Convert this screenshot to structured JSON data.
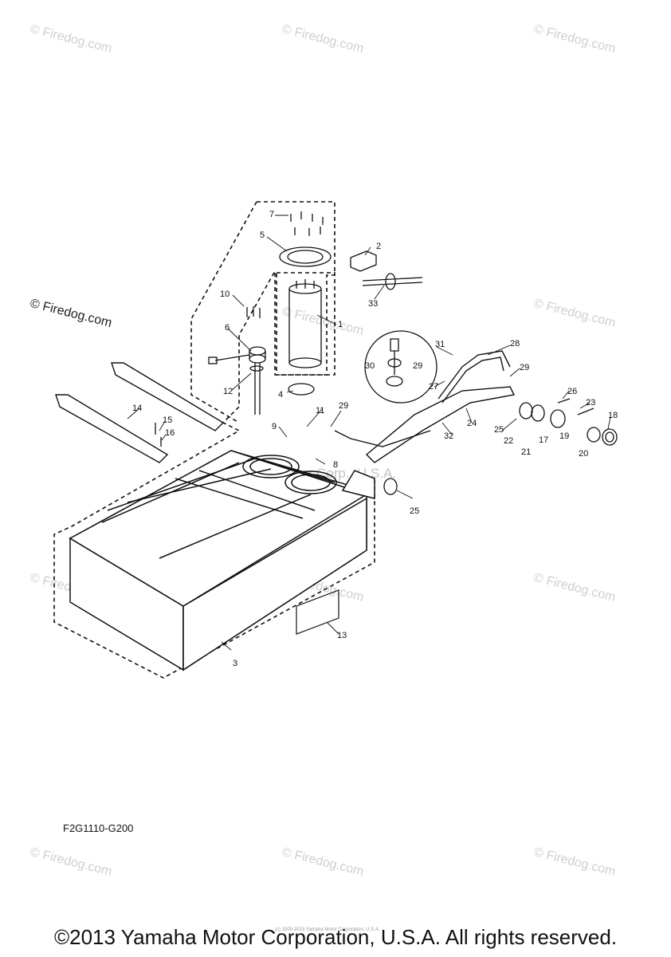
{
  "watermark_text": "© Firedog.com",
  "center_watermark": "Yamaha Motor Corp., U.S.A.",
  "diagram_code": "F2G1110-G200",
  "footer": "©2013 Yamaha Motor Corporation, U.S.A. All rights reserved.",
  "fine_print": "(c) 2000-2015 Yamaha Motor Corporation, U.S.A.",
  "callouts": [
    "1",
    "2",
    "3",
    "4",
    "5",
    "6",
    "7",
    "8",
    "9",
    "10",
    "11",
    "12",
    "13",
    "14",
    "15",
    "16",
    "17",
    "18",
    "19",
    "20",
    "21",
    "22",
    "23",
    "24",
    "25",
    "25",
    "26",
    "27",
    "28",
    "29",
    "29",
    "29",
    "30",
    "31",
    "32",
    "33"
  ]
}
